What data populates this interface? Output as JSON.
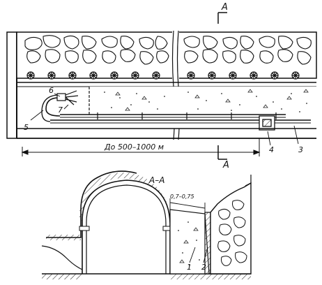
{
  "section_marks": {
    "top": "A",
    "bottom": "A"
  },
  "dimension_text": "До 500–1000 м",
  "section_title": "А–А",
  "clearance_text": "0,7–0,75",
  "callouts": [
    "1",
    "2",
    "3",
    "4",
    "5",
    "6",
    "7"
  ]
}
